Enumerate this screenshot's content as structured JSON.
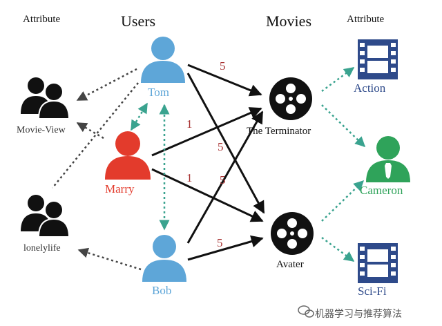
{
  "headers": {
    "users": "Users",
    "movies": "Movies",
    "attribute_left": "Attribute",
    "attribute_right": "Attribute"
  },
  "users": {
    "tom": "Tom",
    "marry": "Marry",
    "bob": "Bob"
  },
  "movies": {
    "terminator": "The Terminator",
    "avater": "Avater"
  },
  "user_attributes": {
    "movie_view": "Movie-View",
    "lonelylife": "lonelylife"
  },
  "movie_attributes": {
    "action": "Action",
    "cameron": "Cameron",
    "scifi": "Sci-Fi"
  },
  "weights": {
    "tom_terminator": "5",
    "tom_avater": "5",
    "marry_terminator": "1",
    "marry_avater": "1",
    "bob_terminator": "5",
    "bob_avater": "5"
  },
  "watermark": "机器学习与推荐算法",
  "colors": {
    "tom": "#5ea6d8",
    "marry": "#e33b2c",
    "bob": "#5ea6d8",
    "action": "#2e4a8a",
    "cameron": "#2fa35a",
    "scifi": "#2e4a8a",
    "weight": "#a83232",
    "teal_dotted": "#3aa38f",
    "gray_dotted": "#444444"
  }
}
